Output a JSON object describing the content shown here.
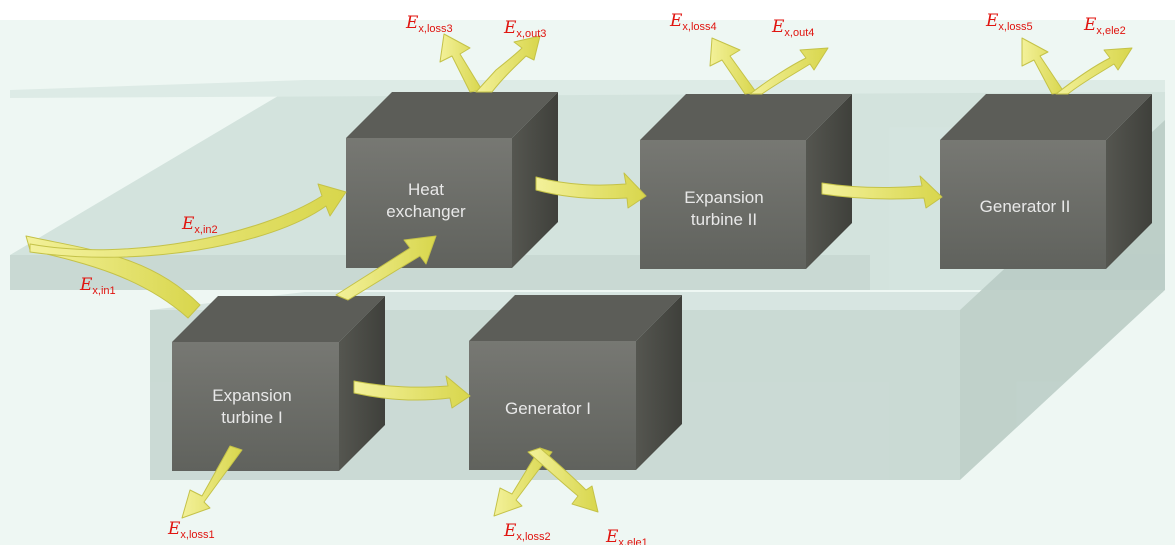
{
  "boxes": {
    "heat_exchanger": [
      "Heat",
      "exchanger"
    ],
    "expansion_turbine_2": [
      "Expansion",
      "turbine II"
    ],
    "generator_2": [
      "Generator II"
    ],
    "expansion_turbine_1": [
      "Expansion",
      "turbine I"
    ],
    "generator_1": [
      "Generator I"
    ]
  },
  "flows": {
    "ex_in1": {
      "symbol": "E",
      "subscript": "x,in1"
    },
    "ex_in2": {
      "symbol": "E",
      "subscript": "x,in2"
    },
    "ex_loss3": {
      "symbol": "E",
      "subscript": "x,loss3"
    },
    "ex_out3": {
      "symbol": "E",
      "subscript": "x,out3"
    },
    "ex_loss4": {
      "symbol": "E",
      "subscript": "x,loss4"
    },
    "ex_out4": {
      "symbol": "E",
      "subscript": "x,out4"
    },
    "ex_loss5": {
      "symbol": "E",
      "subscript": "x,loss5"
    },
    "ex_ele2": {
      "symbol": "E",
      "subscript": "x,ele2"
    },
    "ex_loss1": {
      "symbol": "E",
      "subscript": "x,loss1"
    },
    "ex_loss2": {
      "symbol": "E",
      "subscript": "x,loss2"
    },
    "ex_ele1": {
      "symbol": "E",
      "subscript": "x,ele1"
    }
  },
  "colors": {
    "box_front": "#6f716b",
    "box_top": "#595a55",
    "box_side": "#4a4b46",
    "arrow": "#e5e36c",
    "arrow_shadow": "#b7b542",
    "platform": "#c9d8d2",
    "label": "#e0140f",
    "box_text": "#e8e8e8"
  }
}
